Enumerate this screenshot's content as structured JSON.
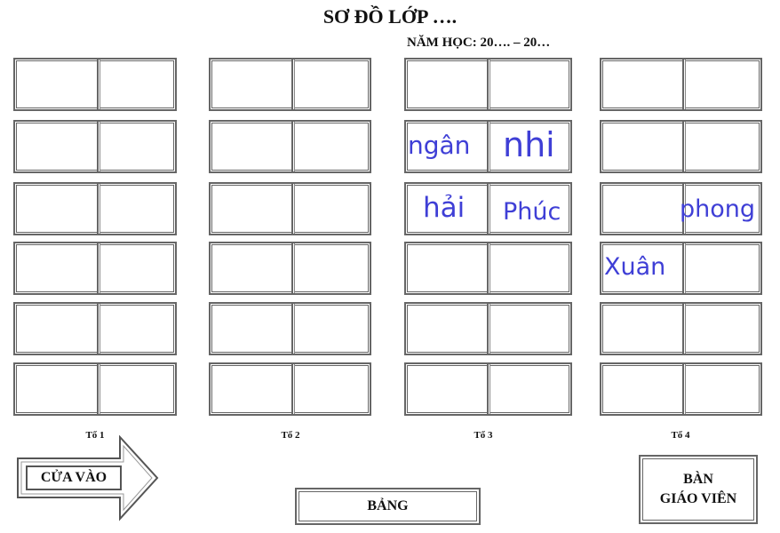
{
  "header": {
    "title": "SƠ ĐỒ LỚP ….",
    "school_year": "NĂM HỌC: 20…. – 20…"
  },
  "groups": [
    {
      "label": "Tổ 1"
    },
    {
      "label": "Tổ 2"
    },
    {
      "label": "Tổ 3"
    },
    {
      "label": "Tổ 4"
    }
  ],
  "seats": {
    "g3_r2_left": "ngân",
    "g3_r2_right": "nhi",
    "g3_r3_left": "hải",
    "g3_r3_right": "Phúc",
    "g4_r3_right": "phong",
    "g4_r4_left": "Xuân"
  },
  "door": {
    "label": "CỬA VÀO"
  },
  "board": {
    "label": "BẢNG"
  },
  "teacher_desk": {
    "line1": "BÀN",
    "line2": "GIÁO VIÊN"
  },
  "colors": {
    "name_ink": "#3f3fd6",
    "desk_border": "#666666"
  }
}
